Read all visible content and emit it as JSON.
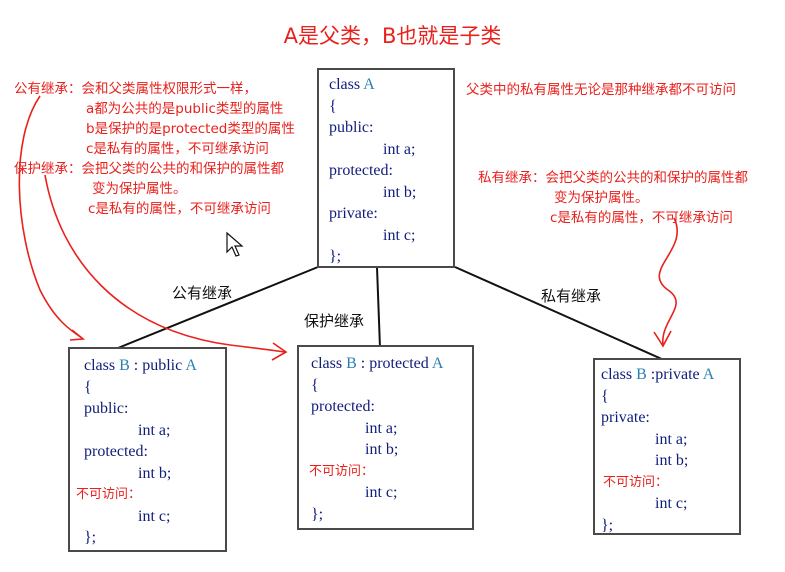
{
  "title": "A是父类，B也就是子类",
  "left_notes": {
    "public_lines": [
      "公有继承：会和父类属性权限形式一样，",
      "a都为公共的是public类型的属性",
      "b是保护的是protected类型的属性",
      "c是私有的属性，不可继承访问"
    ],
    "protected_lines": [
      "保护继承：会把父类的公共的和保护的属性都",
      "变为保护属性。",
      "c是私有的属性，不可继承访问"
    ]
  },
  "top_right_note": "父类中的私有属性无论是那种继承都不可访问",
  "right_note_lines": [
    "私有继承：会把父类的公共的和保护的属性都",
    "变为保护属性。",
    "c是私有的属性，不可继承访问"
  ],
  "class_a": {
    "header_kw": "class",
    "header_name": "A",
    "open": "{",
    "public": "public:",
    "int_a": "int a;",
    "protected": "protected:",
    "int_b": "int b;",
    "private": "private:",
    "int_c": "int c;",
    "close": "};"
  },
  "class_b_public": {
    "header_kw": "class",
    "header_name": "B",
    "header_rest": ": public",
    "header_base": "A",
    "open": "{",
    "access1": "public:",
    "int_a": "int a;",
    "access2": "protected:",
    "int_b": "int b;",
    "inaccessible": "不可访问：",
    "int_c": "int c;",
    "close": "};"
  },
  "class_b_protected": {
    "header_kw": "class",
    "header_name": "B",
    "header_rest": ": protected",
    "header_base": "A",
    "open": "{",
    "access1": "protected:",
    "int_a": "int a;",
    "int_b": "int b;",
    "inaccessible": "不可访问：",
    "int_c": "int c;",
    "close": "};"
  },
  "class_b_private": {
    "header_kw": "class",
    "header_name": "B",
    "header_rest": ":private",
    "header_base": "A",
    "open": "{",
    "access1": "private:",
    "int_a": "int a;",
    "int_b": "int b;",
    "inaccessible": "不可访问：",
    "int_c": "int c;",
    "close": "};"
  },
  "edge_labels": {
    "public": "公有继承",
    "protected": "保护继承",
    "private": "私有继承"
  },
  "colors": {
    "annotation_red": "#e8211c",
    "code_blue": "#101c7a",
    "class_name_blue": "#2a80b0",
    "border": "#4a4a4a"
  }
}
